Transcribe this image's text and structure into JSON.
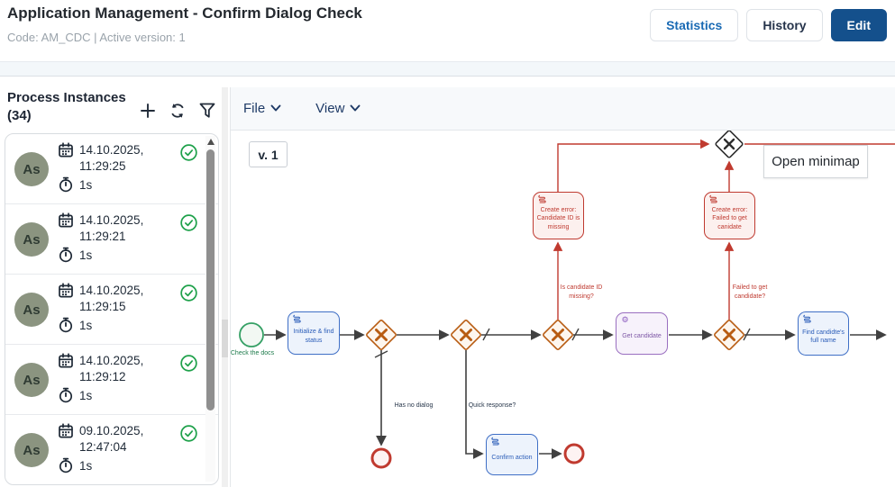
{
  "header": {
    "title": "Application Management - Confirm Dialog Check",
    "subtitle": "Code: AM_CDC | Active version: 1",
    "buttons": {
      "statistics": "Statistics",
      "history": "History",
      "edit": "Edit"
    }
  },
  "sidebar": {
    "title": "Process Instances (34)",
    "items": [
      {
        "avatar": "As",
        "date": "14.10.2025, 11:29:25",
        "duration": "1s",
        "status": "success"
      },
      {
        "avatar": "As",
        "date": "14.10.2025, 11:29:21",
        "duration": "1s",
        "status": "success"
      },
      {
        "avatar": "As",
        "date": "14.10.2025, 11:29:15",
        "duration": "1s",
        "status": "success"
      },
      {
        "avatar": "As",
        "date": "14.10.2025, 11:29:12",
        "duration": "1s",
        "status": "success"
      },
      {
        "avatar": "As",
        "date": "09.10.2025, 12:47:04",
        "duration": "1s",
        "status": "success"
      }
    ]
  },
  "diagram": {
    "menus": {
      "file": "File",
      "view": "View"
    },
    "version_badge": "v. 1",
    "minimap_button": "Open minimap",
    "nodes": {
      "start_label": "Check the docs",
      "task_init": "Initialize & find status",
      "task_get_candidate": "Get candidate",
      "task_find_name": "Find candidte's full name",
      "task_confirm": "Confirm action",
      "task_error_missing": "Create error: Candidate ID is missing",
      "task_error_failed": "Create error: Failed to get canidate"
    },
    "edge_labels": {
      "is_candidate_missing": "Is candidate ID missing?",
      "failed_to_get": "Failed to get candidate?",
      "has_no_dialog": "Has no dialog",
      "quick_response": "Quick response?"
    }
  },
  "icons": {
    "add": "plus-icon",
    "refresh": "refresh-icon",
    "filter": "funnel-icon",
    "calendar": "calendar-icon",
    "timer": "stopwatch-icon",
    "success": "check-circle-icon",
    "menu_chevron": "chevron-down-icon",
    "script_task": "script-icon",
    "service_task": "gear-icon",
    "gear_glyph": "⚙"
  },
  "colors": {
    "edit_button": "#14508c",
    "link_blue": "#1a6ab4",
    "task_blue": "#3f6fc6",
    "task_purple": "#9a6fc0",
    "error_red": "#bf3a30",
    "gateway_orange": "#b85c12",
    "success_green": "#1fa14b",
    "start_green": "#35a065",
    "avatar_sage": "#8b9480",
    "flow_black": "#404040"
  }
}
